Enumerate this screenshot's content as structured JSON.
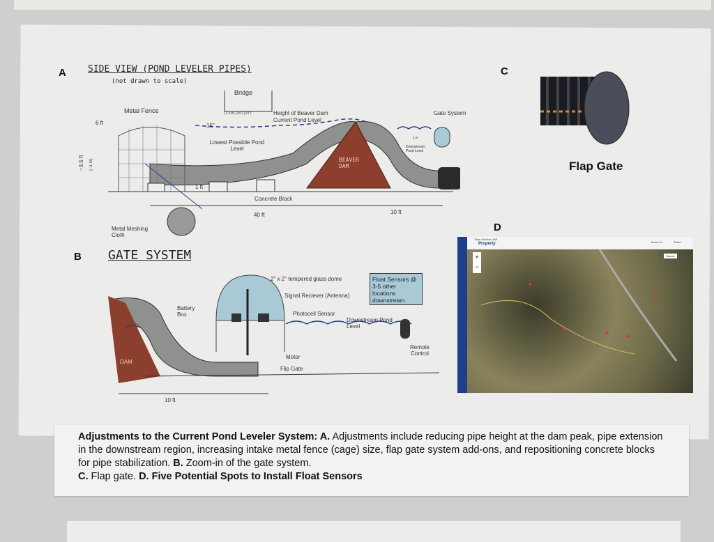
{
  "panel_a": {
    "letter": "A",
    "title": "SIDE VIEW (POND LEVELER PIPES)",
    "subtitle": "(not drawn to scale)",
    "labels": {
      "bridge": "Bridge",
      "metal_fence": "Metal Fence",
      "six_ft": "6 ft",
      "fifteen_in": "15\"",
      "bridge_dims": "(1.5 ft) (18\") (10\")",
      "height_dam": "Height of Beaver Dam",
      "current_pond": "Current Pond Level",
      "lowest_pond": "Lowest Possible Pond Level",
      "gate_system": "Gate System",
      "one_ft_gate": "1 ft",
      "downstream": "Downstream Pond Level",
      "beaver_dam": "BEAVER DAM",
      "height_fence": "~3.5 ft",
      "height_fence_m": "(~1 m)",
      "one_ft": "1 ft",
      "concrete_block": "Concrete Block",
      "forty_ft": "40 ft",
      "ten_ft": "10 ft",
      "meshing": "Metal Meshing Cloth"
    }
  },
  "panel_b": {
    "letter": "B",
    "title": "GATE SYSTEM",
    "labels": {
      "dome": "2\" x 2\" tempered glass dome",
      "receiver": "Signal Reciever (Antenna)",
      "battery": "Battery Box",
      "photocell": "Photocell Sensor",
      "downstream": "Downstream Pond Level",
      "motor": "Motor",
      "flip_gate": "Flip Gate",
      "dam": "DAM",
      "ten_ft": "10 ft",
      "float_box": "Float Sensors @ 3-5 other locations downstream",
      "remote": "Remote Control"
    }
  },
  "panel_c": {
    "letter": "C",
    "caption": "Flap Gate"
  },
  "panel_d": {
    "letter": "D",
    "map_header": "Town of Acton, MA",
    "map_layer": "Property",
    "zoom_to": "Zoom To",
    "share": "Share",
    "search": "Search"
  },
  "caption": {
    "title": "Adjustments to the Current Pond Leveler System",
    "a_label": "A.",
    "a_text": "Adjustments include reducing pipe height at the dam peak, pipe extension in the downstream region, increasing intake metal fence (cage) size, flap gate system add-ons, and repositioning concrete blocks for pipe stabilization.",
    "b_label": "B.",
    "b_text": "Zoom-in of the gate system.",
    "c_label": "C.",
    "c_text": "Flap gate.",
    "d_label": "D.",
    "d_text": "Five Potential Spots to Install Float Sensors"
  },
  "colors": {
    "dam": "#8b3f2c",
    "pipe": "#8f918e",
    "water": "#2a3f8f",
    "dome": "#a9c9d6",
    "map_sidebar": "#1e3f8c"
  }
}
